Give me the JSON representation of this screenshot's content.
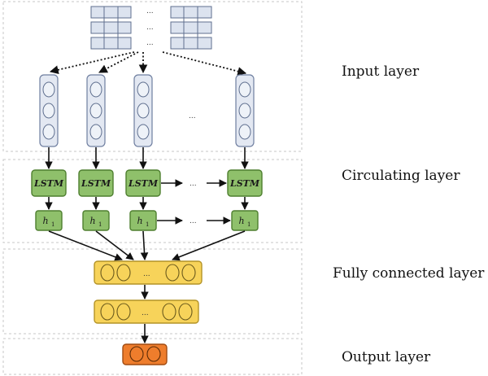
{
  "layers": {
    "input": "Input layer",
    "circulating": "Circulating layer",
    "fully_connected": "Fully connected layer",
    "output": "Output layer"
  },
  "nodes": {
    "lstm_label": "LSTM",
    "hidden_symbol": "h",
    "hidden_subscript": "1",
    "ellipsis": "..."
  },
  "colors": {
    "lstm_green": "#8fc06b",
    "fc_yellow": "#f7d35a",
    "output_orange": "#ee7d2c",
    "input_blue": "#dce3ef"
  }
}
